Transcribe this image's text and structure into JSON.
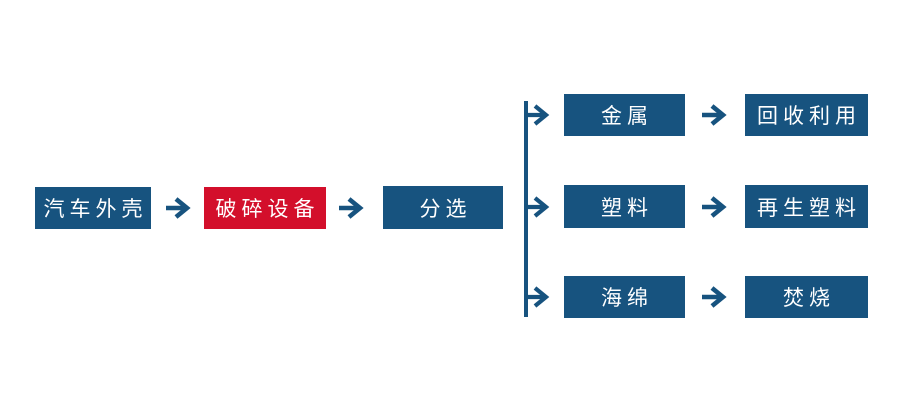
{
  "colors": {
    "primary_blue": "#17537F",
    "accent_red": "#D30F2B",
    "text": "#FFFFFF",
    "background": "#FFFFFF"
  },
  "flowchart": {
    "main_sequence": [
      {
        "label": "汽车外壳",
        "variant": "blue"
      },
      {
        "label": "破碎设备",
        "variant": "red"
      },
      {
        "label": "分选",
        "variant": "blue"
      }
    ],
    "branches": [
      {
        "source": "金属",
        "result": "回收利用"
      },
      {
        "source": "塑料",
        "result": "再生塑料"
      },
      {
        "source": "海绵",
        "result": "焚烧"
      }
    ]
  }
}
